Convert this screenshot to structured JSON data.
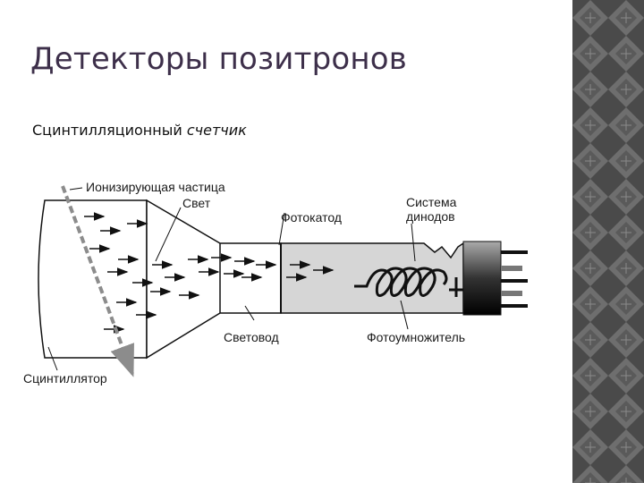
{
  "slide": {
    "title": "Детекторы позитронов",
    "subtitle_plain": "Сцинтилляционный ",
    "subtitle_italic": "счетчик"
  },
  "diagram": {
    "labels": {
      "ionizing_particle": "Ионизирующая частица",
      "light": "Свет",
      "photocathode": "Фотокатод",
      "dynode_system_line1": "Система",
      "dynode_system_line2": "динодов",
      "light_guide": "Световод",
      "photomultiplier": "Фотоумножитель",
      "scintillator": "Сцинтиллятор"
    }
  },
  "colors": {
    "title": "#3d2f4a",
    "sidebar_dark": "#4a4a4a",
    "sidebar_light": "#6e6e6e",
    "tube_fill": "#d6d6d6",
    "particle_track": "#8c8c8c"
  }
}
